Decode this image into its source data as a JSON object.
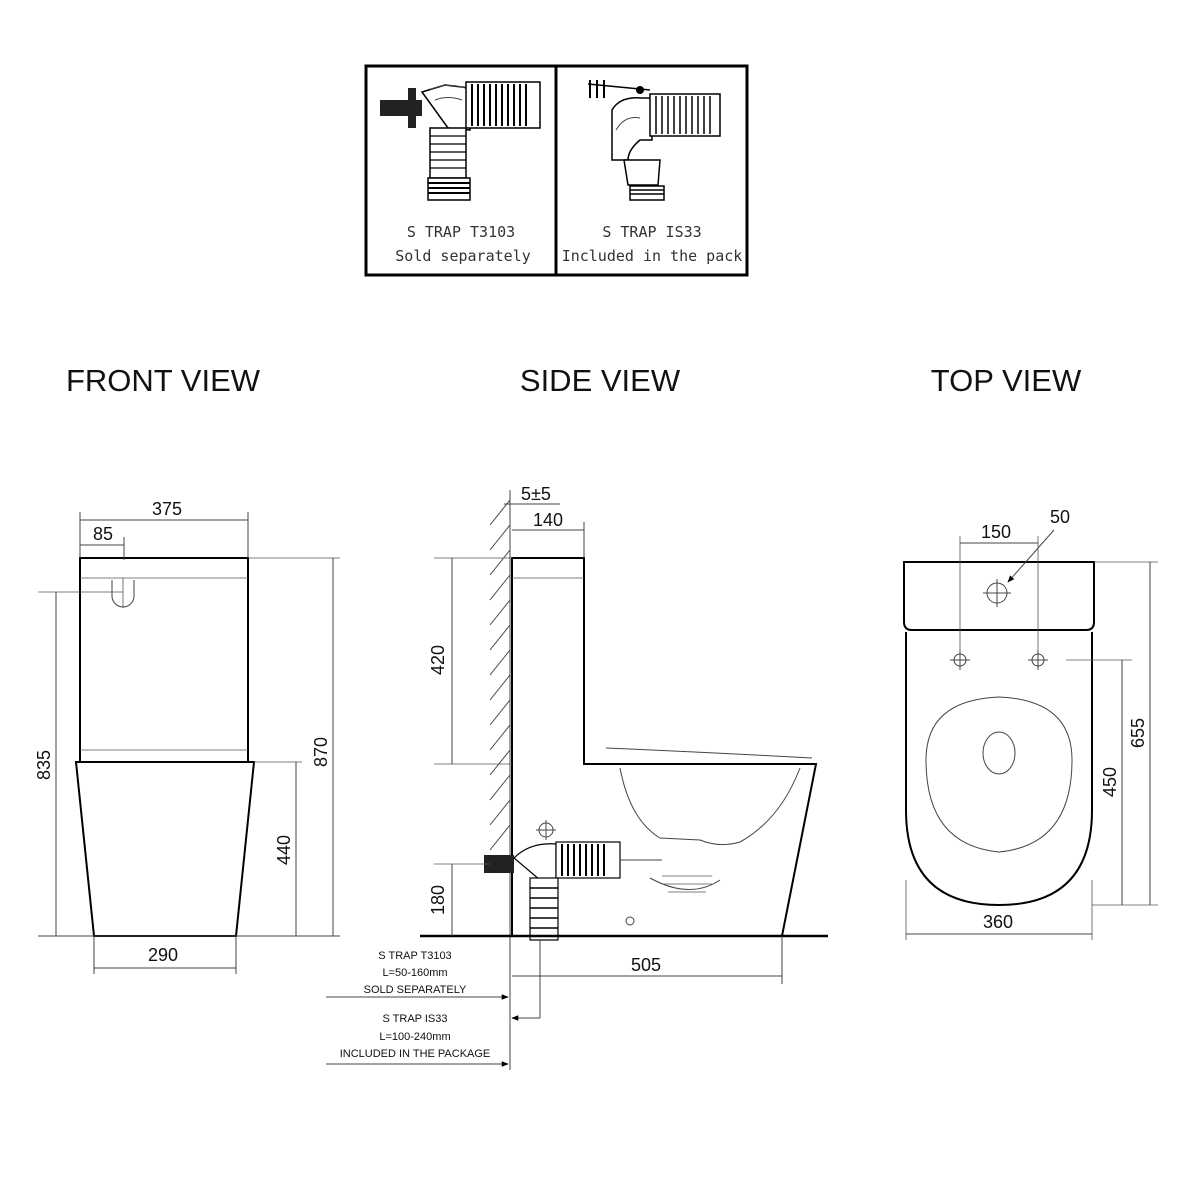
{
  "traps": [
    {
      "name": "S TRAP T3103",
      "note": "Sold separately"
    },
    {
      "name": "S TRAP IS33",
      "note": "Included in the pack"
    }
  ],
  "views": {
    "front": "FRONT VIEW",
    "side": "SIDE VIEW",
    "top": "TOP VIEW"
  },
  "front_dims": {
    "width_top": "375",
    "offset": "85",
    "height_inlet": "835",
    "height_total": "870",
    "height_pan": "440",
    "width_base": "290"
  },
  "side_dims": {
    "gap": "5±5",
    "cistern_depth": "140",
    "cistern_height": "420",
    "outlet_height": "180",
    "length": "505"
  },
  "side_notes": {
    "t3103": [
      "S TRAP T3103",
      "L=50-160mm",
      "SOLD SEPARATELY"
    ],
    "is33": [
      "S TRAP IS33",
      "L=100-240mm",
      "INCLUDED IN THE PACKAGE"
    ]
  },
  "top_dims": {
    "hole_spacing": "150",
    "hole_dia": "50",
    "depth_total": "655",
    "depth_bowl": "450",
    "width": "360"
  }
}
